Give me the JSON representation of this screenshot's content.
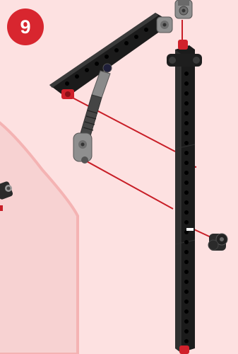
{
  "step": {
    "number": "9"
  },
  "colors": {
    "background": "#fde1e1",
    "inset_panel": "#f7d2d2",
    "inset_border": "#f4b3b3",
    "badge": "#d8262f",
    "guide_line": "#c81e27",
    "beam_black": "#1b1b1b",
    "beam_face": "#2c2c2c",
    "hole": "#0a0a0a",
    "peg_red": "#d0212b",
    "connector_grey": "#9a9a9a"
  },
  "parts": {
    "long_vertical_beam": "black-long-beam",
    "angled_beam": "black-beam",
    "piston": "grey-piston-rod",
    "pegs": "red-peg",
    "bushing": "black-bushing",
    "top_connector": "grey-connector"
  }
}
